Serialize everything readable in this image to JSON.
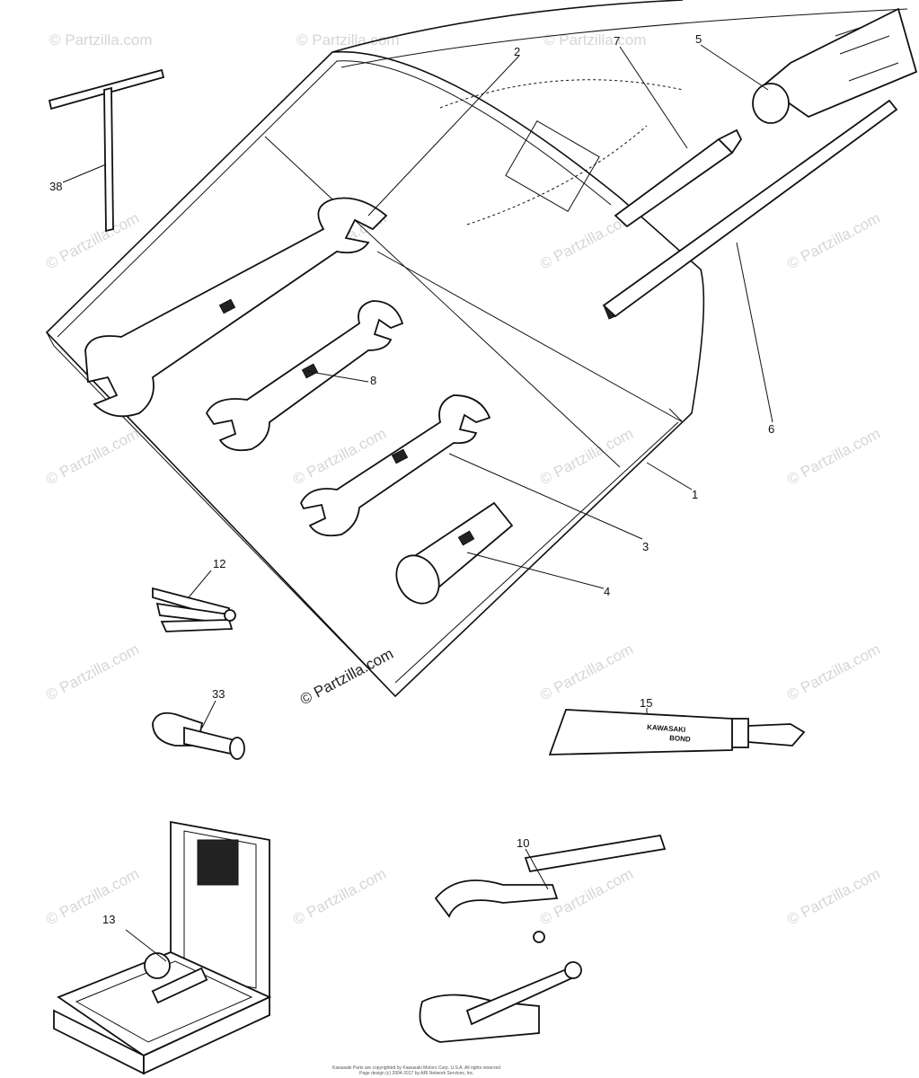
{
  "watermark": {
    "text": "© Partzilla.com",
    "center_text": "© Partzilla.com"
  },
  "callouts": [
    {
      "id": "1",
      "text": "1"
    },
    {
      "id": "2",
      "text": "2"
    },
    {
      "id": "3",
      "text": "3"
    },
    {
      "id": "4",
      "text": "4"
    },
    {
      "id": "5",
      "text": "5"
    },
    {
      "id": "6",
      "text": "6"
    },
    {
      "id": "7",
      "text": "7"
    },
    {
      "id": "8",
      "text": "8"
    },
    {
      "id": "10",
      "text": "10"
    },
    {
      "id": "12",
      "text": "12"
    },
    {
      "id": "13",
      "text": "13"
    },
    {
      "id": "15",
      "text": "15"
    },
    {
      "id": "33",
      "text": "33"
    },
    {
      "id": "38",
      "text": "38"
    }
  ],
  "tube_text": {
    "line1": "KAWASAKI",
    "line2": "BOND"
  },
  "copyright": {
    "line1": "Kawasaki Parts are copyrighted by Kawasaki Motors Corp. U.S.A. All rights reserved",
    "line2": "Page design (c) 2004-2017 by ARI Network Services, Inc."
  }
}
